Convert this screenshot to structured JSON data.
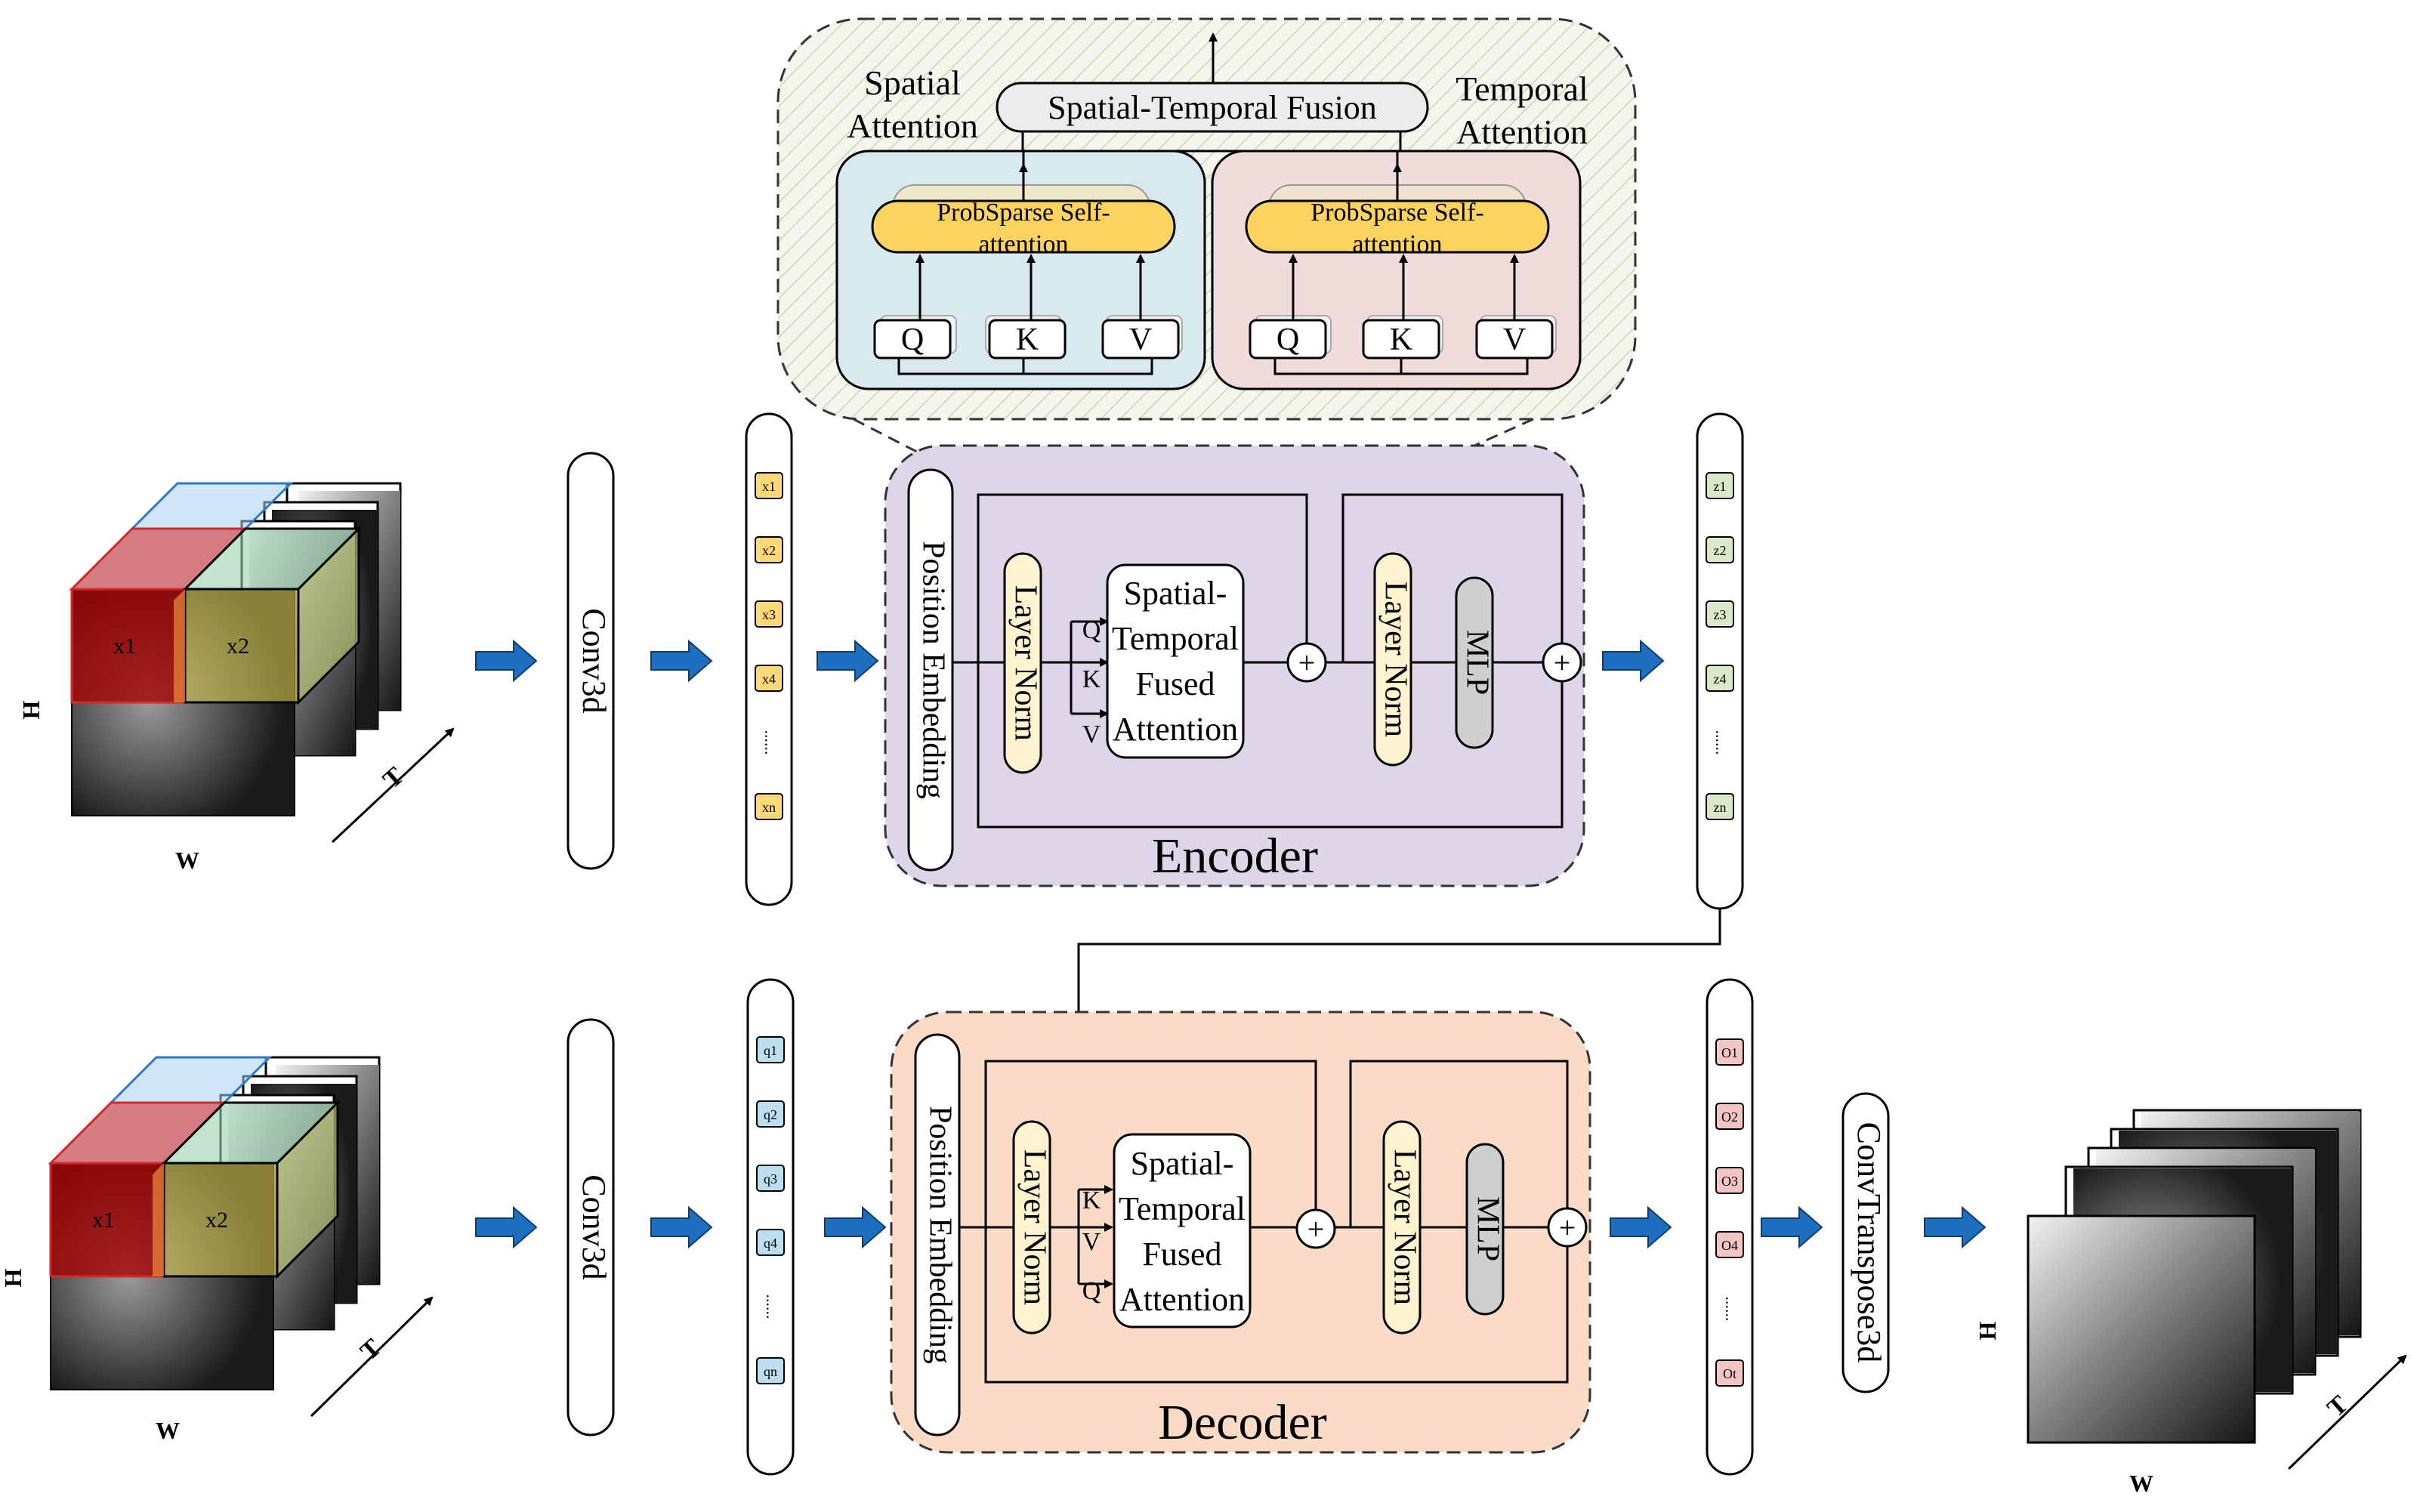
{
  "fusion": {
    "spatial_label_1": "Spatial",
    "spatial_label_2": "Attention",
    "temporal_label_1": "Temporal",
    "temporal_label_2": "Attention",
    "fusion_label": "Spatial-Temporal Fusion",
    "probsparse_1": "ProbSparse Self-",
    "probsparse_2": "attention",
    "q": "Q",
    "k": "K",
    "v": "V"
  },
  "input": {
    "h": "H",
    "w": "W",
    "t": "T",
    "x1": "x1",
    "x2": "x2"
  },
  "conv": "Conv3d",
  "enc_tokens": [
    "x1",
    "x2",
    "x3",
    "x4",
    "......",
    "xn"
  ],
  "dec_tokens": [
    "q1",
    "q2",
    "q3",
    "q4",
    "......",
    "qn"
  ],
  "enc_out_tokens": [
    "z1",
    "z2",
    "z3",
    "z4",
    "......",
    "zn"
  ],
  "dec_out_tokens": [
    "O1",
    "O2",
    "O3",
    "O4",
    "......",
    "Ot"
  ],
  "block": {
    "position_embedding": "Position Embedding",
    "layer_norm": "Layer Norm",
    "mlp": "MLP",
    "st_1": "Spatial-",
    "st_2": "Temporal",
    "st_3": "Fused",
    "st_4": "Attention",
    "enc_qkv": [
      "Q",
      "K",
      "V"
    ],
    "dec_qkv": [
      "K",
      "V",
      "Q"
    ],
    "plus": "+"
  },
  "encoder_label": "Encoder",
  "decoder_label": "Decoder",
  "conv_transpose": "ConvTranspose3d",
  "colors": {
    "fusion_bg": "#eef2e4",
    "spatial_bg": "#d8e9f0",
    "temporal_bg": "#f1dcdc",
    "probsparse": "#fcd35e",
    "encoder_bg": "#dcd6e8",
    "decoder_bg": "#fadcc6",
    "layer_norm": "#fff4cf",
    "mlp": "#cfcfcf",
    "arrow": "#1f6fc0",
    "token_x": "#fcd978",
    "token_q": "#bcdff0",
    "token_z": "#d8e8c8",
    "token_o": "#f2c4c4"
  }
}
